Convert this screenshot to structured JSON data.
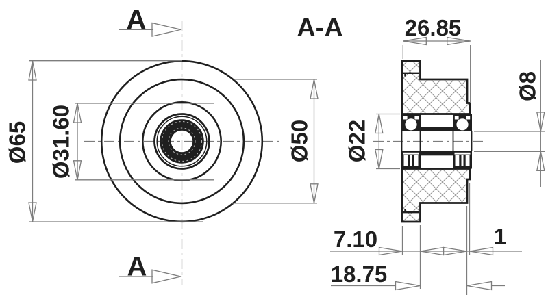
{
  "drawing": {
    "section_title": "A-A",
    "cut_label_top": "A",
    "cut_label_bottom": "A",
    "dimensions": {
      "front": {
        "outer_dia": "Ø65",
        "mid_dia": "Ø50",
        "boss_dia": "Ø31.60"
      },
      "section": {
        "overall_width": "26.85",
        "bore_dia": "Ø8",
        "bearing_od_dia": "Ø22",
        "flange_width": "7.10",
        "rim_step": "1",
        "hub_width": "18.75"
      }
    },
    "colors": {
      "outline": "#1f1f1f",
      "dimension_lines": "#7d7d7d",
      "hatch": "#999999",
      "background": "#ffffff"
    }
  }
}
